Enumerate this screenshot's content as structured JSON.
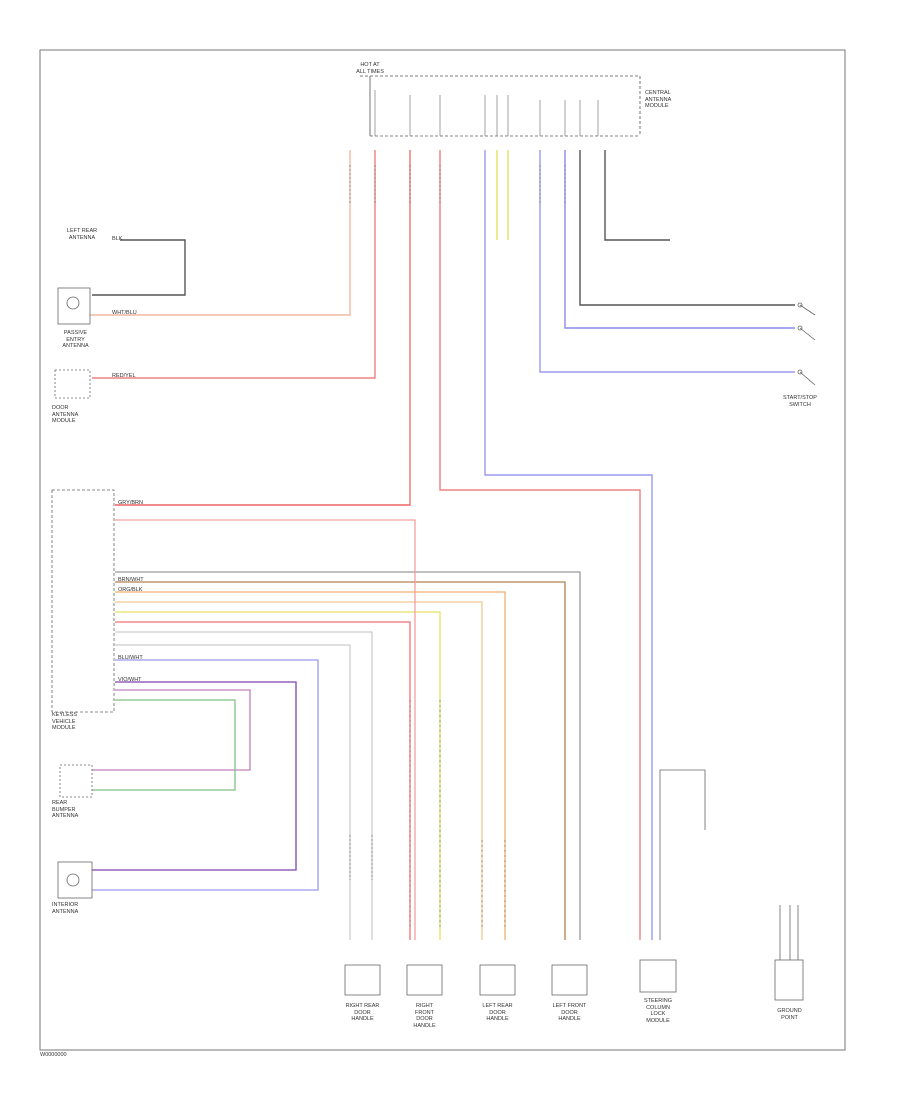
{
  "footer": {
    "code": "W0000000"
  },
  "top_connector": {
    "header": "HOT AT\nALL TIMES"
  },
  "modules": {
    "antenna_module": "CENTRAL\nANTENNA\nMODULE",
    "left_rear_antenna": "LEFT REAR\nANTENNA",
    "entry_antenna": "PASSIVE\nENTRY\nANTENNA",
    "door_antenna": "DOOR\nANTENNA\nMODULE",
    "keyless_control": "KEYLESS\nVEHICLE\nMODULE",
    "rear_bumper_antenna": "REAR\nBUMPER\nANTENNA",
    "interior_antenna": "INTERIOR\nANTENNA",
    "ignition_switch": "START/STOP\nSWITCH",
    "rear_left_handle": "RIGHT REAR\nDOOR\nHANDLE",
    "rear_right_handle": "RIGHT\nFRONT\nDOOR\nHANDLE",
    "front_left_handle": "LEFT REAR\nDOOR\nHANDLE",
    "front_right_handle": "LEFT FRONT\nDOOR\nHANDLE",
    "steering_lock": "STEERING\nCOLUMN\nLOCK\nMODULE",
    "ground_point": "GROUND\nPOINT"
  },
  "wires": {
    "w1": "BLK",
    "w2": "WHT/BLU",
    "w3": "RED/YEL",
    "w4": "GRY/BRN",
    "w5": "VIO/WHT",
    "w6": "BLU/WHT",
    "w7": "BRN/WHT",
    "w8": "ORG/BLK"
  },
  "colors": {
    "line": "#555555",
    "red": "#f07070",
    "pink": "#f4a0a0",
    "blue": "#9090ee",
    "violet": "#8040b0",
    "orange": "#f0b070",
    "yellow": "#e6e060",
    "brown": "#b08050",
    "gray": "#bdbdbd",
    "green": "#80c080"
  }
}
